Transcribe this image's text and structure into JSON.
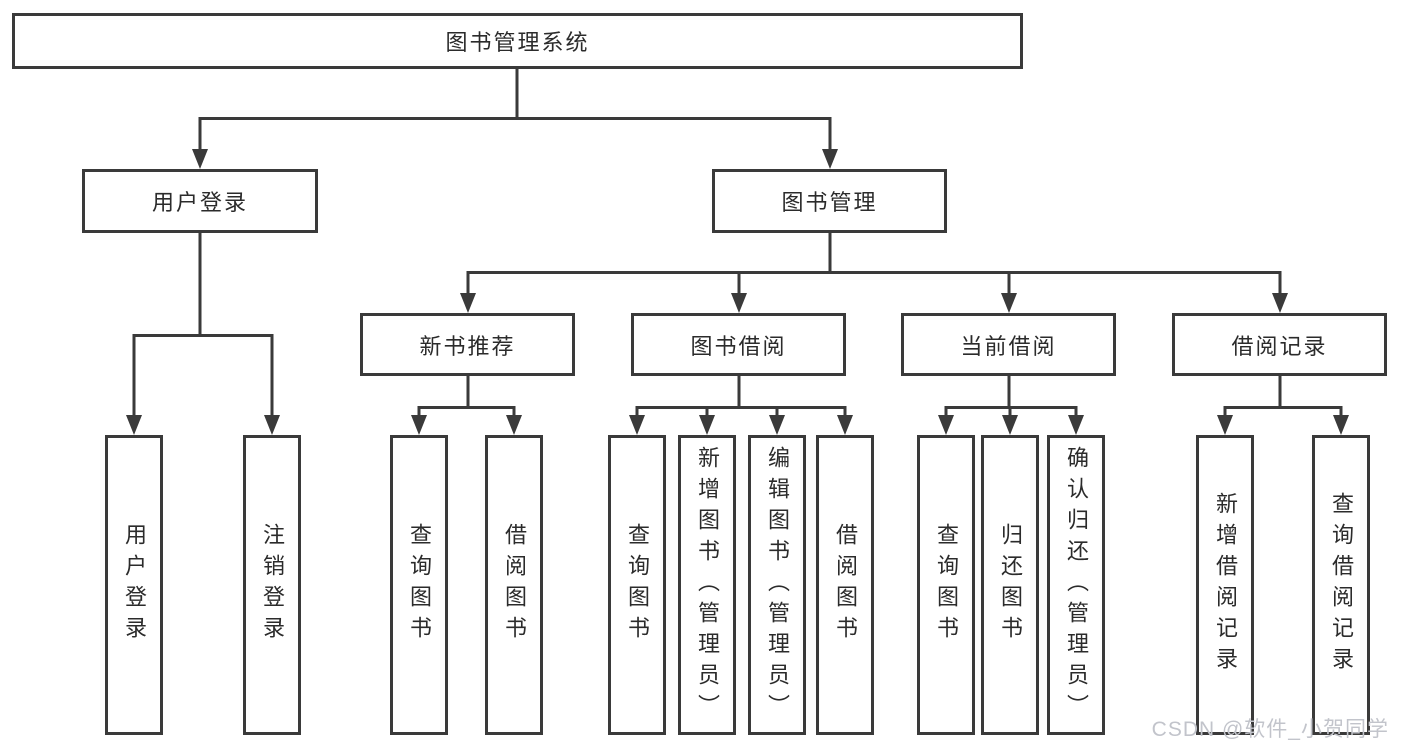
{
  "diagram": {
    "root": "图书管理系统",
    "level2": [
      "用户登录",
      "图书管理"
    ],
    "level3": [
      "新书推荐",
      "图书借阅",
      "当前借阅",
      "借阅记录"
    ],
    "leaves": {
      "user_login": [
        "用户登录",
        "注销登录"
      ],
      "new_book_recommend": [
        "查询图书",
        "借阅图书"
      ],
      "book_borrow": [
        "查询图书",
        "新增图书（管理员）",
        "编辑图书（管理员）",
        "借阅图书"
      ],
      "current_borrow": [
        "查询图书",
        "归还图书",
        "确认归还（管理员）"
      ],
      "borrow_records": [
        "新增借阅记录",
        "查询借阅记录"
      ]
    }
  },
  "watermark": {
    "text": "CSDN @软件_小贺同学"
  },
  "colors": {
    "line": "#3a3a3a",
    "text": "#2b2b2b",
    "watermark": "#c2c4cb",
    "background": "#ffffff"
  }
}
